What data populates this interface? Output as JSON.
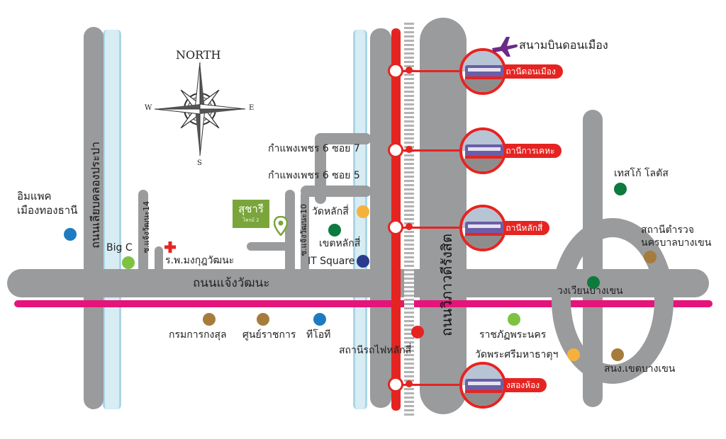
{
  "compass": {
    "north": "NORTH",
    "west": "W",
    "east": "E",
    "south": "S"
  },
  "roads": {
    "main_road": "ถนนแจ้งวัฒนะ",
    "vibhavadi": "ถนนวิภาวดีรังสิต",
    "liab_khlong": "ถนนเลียบคลองประปา",
    "soi_14": "ซ.แจ้งวัฒนะ14",
    "soi_10": "ซ.แจ้งวัฒนะ10",
    "kamphaeng_7": "กำแพงเพชร 6 ซอย 7",
    "kamphaeng_5": "กำแพงเพชร 6 ซอย 5"
  },
  "project": {
    "name": "สุชารี",
    "subtitle": "ไพรม์ 2"
  },
  "airport": {
    "label": "สนามบินดอนเมือง"
  },
  "stations": [
    {
      "label": "สถานีดอนเมือง"
    },
    {
      "label": "สถานีการเคหะ"
    },
    {
      "label": "สถานีหลักสี่"
    },
    {
      "label": "ทุ่งสองห้อง"
    }
  ],
  "places": {
    "impact": "อิมแพค\nเมืองทองธานี",
    "big_c": "Big C",
    "hospital": "ร.พ.มงกุฎวัฒนะ",
    "wat_lak_si": "วัดหลักสี่",
    "khet_lak_si": "เขตหลักสี่",
    "it_square": "IT Square",
    "lak_si_train": "สถานีรถไฟหลักสี่",
    "consular": "กรมการกงสุล",
    "gov_center": "ศูนย์ราชการ",
    "tot": "ทีโอที",
    "tesco": "เทสโก้ โลตัส",
    "police": "สถานีตำรวจ\nนครบาลบางเขน",
    "circle": "วงเวียนบางเขน",
    "rajabhat": "ราชภัฏพระนคร",
    "wat_phra_sri": "วัดพระศรีมหาธาตุฯ",
    "district_office": "สนง.เขตบางเขน"
  },
  "colors": {
    "road": "#9a9b9d",
    "rail": "#e52421",
    "pink_line": "#e5147a",
    "canal": "#d7ecf3",
    "dot_blue": "#1f7bc1",
    "dot_green_light": "#7ec242",
    "dot_green_dark": "#0d7a3e",
    "dot_orange": "#f6b13d",
    "dot_brown": "#a67c3d",
    "dot_navy": "#2a3b8f",
    "project_green": "#7aa53a",
    "airplane": "#6b2b86"
  }
}
